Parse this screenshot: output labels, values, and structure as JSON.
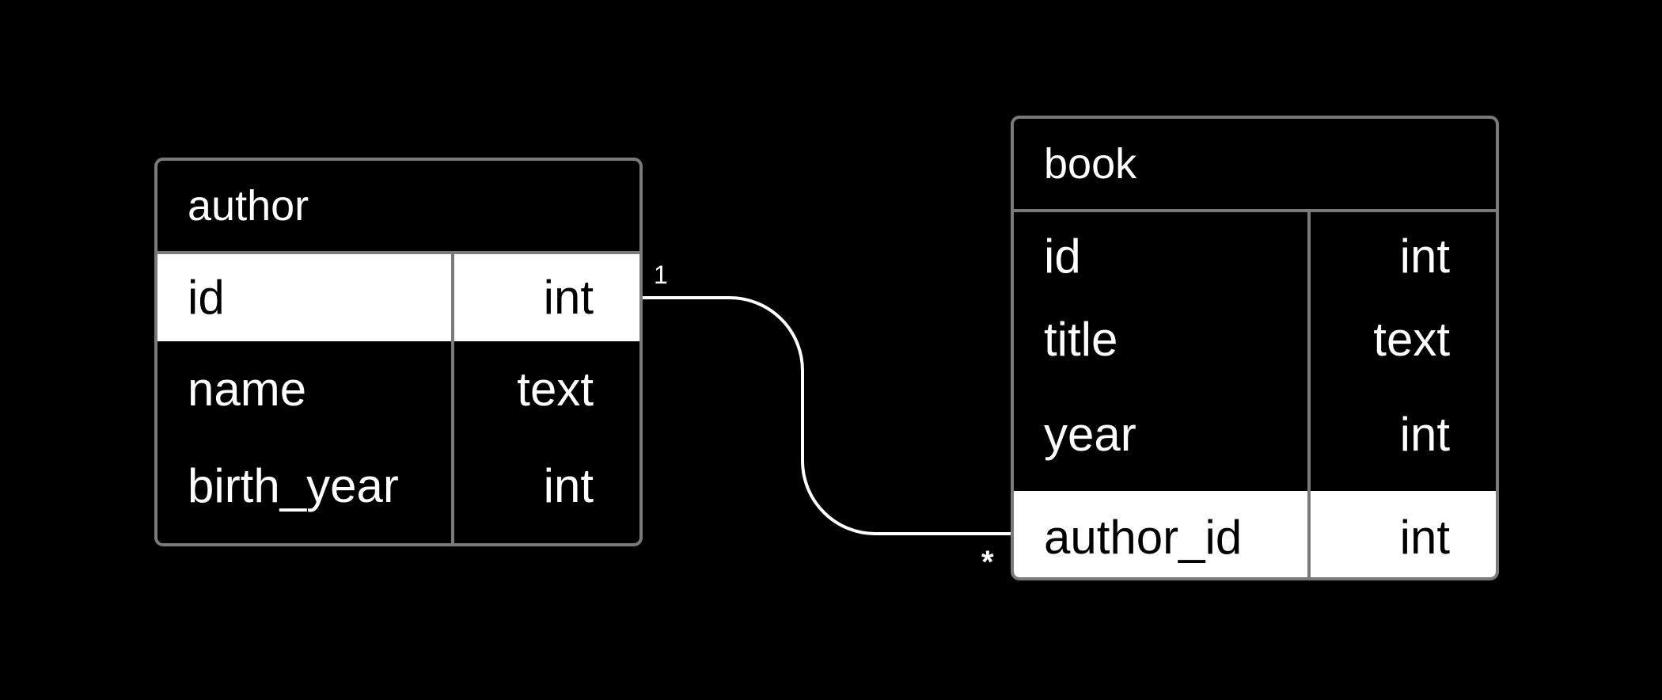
{
  "tables": {
    "author": {
      "title": "author",
      "rows": [
        {
          "field": "id",
          "type": "int",
          "highlighted": true
        },
        {
          "field": "name",
          "type": "text",
          "highlighted": false
        },
        {
          "field": "birth_year",
          "type": "int",
          "highlighted": false
        }
      ]
    },
    "book": {
      "title": "book",
      "rows": [
        {
          "field": "id",
          "type": "int",
          "highlighted": false
        },
        {
          "field": "title",
          "type": "text",
          "highlighted": false
        },
        {
          "field": "year",
          "type": "int",
          "highlighted": false
        },
        {
          "field": "author_id",
          "type": "int",
          "highlighted": true
        }
      ]
    }
  },
  "relationship": {
    "from": "author.id",
    "to": "book.author_id",
    "from_cardinality": "1",
    "to_cardinality": "*"
  },
  "colors": {
    "background": "#000000",
    "border": "#7a7a7a",
    "text": "#ffffff",
    "highlight_fill": "#ffffff",
    "highlight_text": "#000000",
    "connector": "#ffffff"
  }
}
